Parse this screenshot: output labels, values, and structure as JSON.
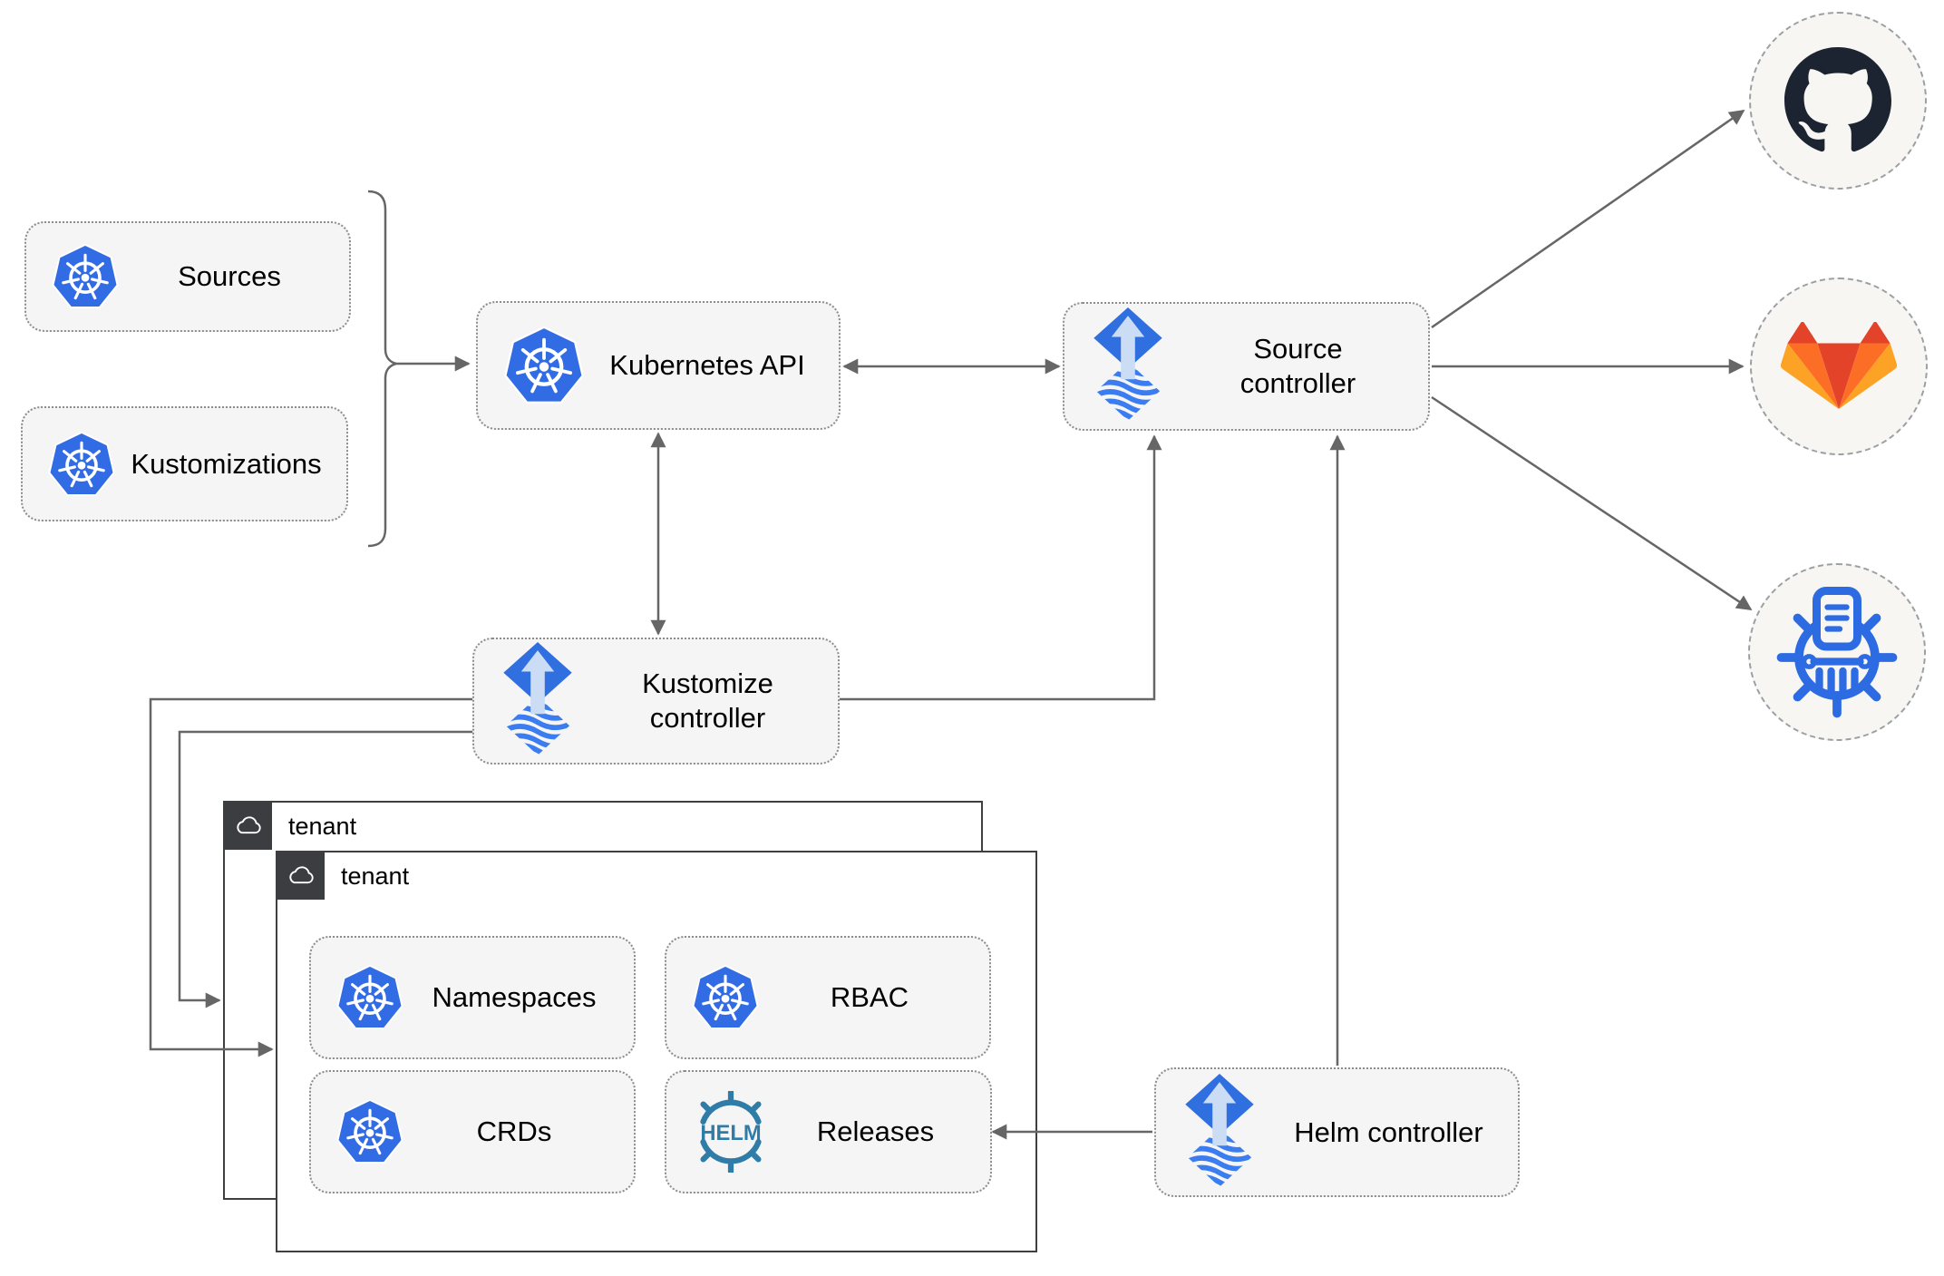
{
  "nodes": {
    "sources": {
      "label": "Sources"
    },
    "kustomizations": {
      "label": "Kustomizations"
    },
    "kubernetes_api": {
      "label": "Kubernetes API"
    },
    "source_controller": {
      "label": "Source controller"
    },
    "kustomize_controller": {
      "label": "Kustomize controller"
    },
    "helm_controller": {
      "label": "Helm controller"
    }
  },
  "tenants": {
    "back": {
      "label": "tenant"
    },
    "front": {
      "label": "tenant"
    }
  },
  "resources": {
    "namespaces": {
      "label": "Namespaces"
    },
    "rbac": {
      "label": "RBAC"
    },
    "crds": {
      "label": "CRDs"
    },
    "releases": {
      "label": "Releases"
    }
  },
  "icons": {
    "kubernetes": "kubernetes-wheel",
    "flux": "flux-diamond-arrow",
    "helm": "helm-wheel",
    "helm_wordmark": "HELM",
    "cloud": "cloud-outline",
    "github": "github-octocat",
    "gitlab": "gitlab-tanuki",
    "helm_repository": "chartmuseum-wheel"
  },
  "edges": [
    {
      "from": "sources-kustomizations-group",
      "to": "kubernetes-api",
      "arrow": "single"
    },
    {
      "from": "kubernetes-api",
      "to": "source-controller",
      "arrow": "double"
    },
    {
      "from": "kubernetes-api",
      "to": "kustomize-controller",
      "arrow": "double"
    },
    {
      "from": "kustomize-controller",
      "to": "source-controller",
      "arrow": "single"
    },
    {
      "from": "helm-controller",
      "to": "source-controller",
      "arrow": "single"
    },
    {
      "from": "helm-controller",
      "to": "releases",
      "arrow": "single"
    },
    {
      "from": "kustomize-controller",
      "to": "tenant-front",
      "arrow": "single"
    },
    {
      "from": "kustomize-controller",
      "to": "tenant-back",
      "arrow": "single"
    },
    {
      "from": "source-controller",
      "to": "github",
      "arrow": "single"
    },
    {
      "from": "source-controller",
      "to": "gitlab",
      "arrow": "single"
    },
    {
      "from": "source-controller",
      "to": "helm-repository",
      "arrow": "single"
    }
  ],
  "colors": {
    "kubernetes_blue": "#326CE5",
    "flux_blue": "#2F6FE0",
    "flux_arrow_light": "#CBDCF5",
    "flux_wave_blue": "#3B7CF0",
    "helm_teal": "#2F7CA8",
    "github_dark": "#1B2430",
    "gitlab_red": "#E24329",
    "gitlab_orange": "#FC6D26",
    "gitlab_amber": "#FCA326",
    "chartmuseum_blue": "#2D6BE2",
    "connector_gray": "#666666",
    "node_fill": "#F5F5F5",
    "node_border": "#8C8C8C",
    "tenant_border": "#3F3F42",
    "tenant_tab_bg": "#3B3D40",
    "remote_fill": "#F7F6F3",
    "canvas_bg": "#FFFFFF"
  }
}
